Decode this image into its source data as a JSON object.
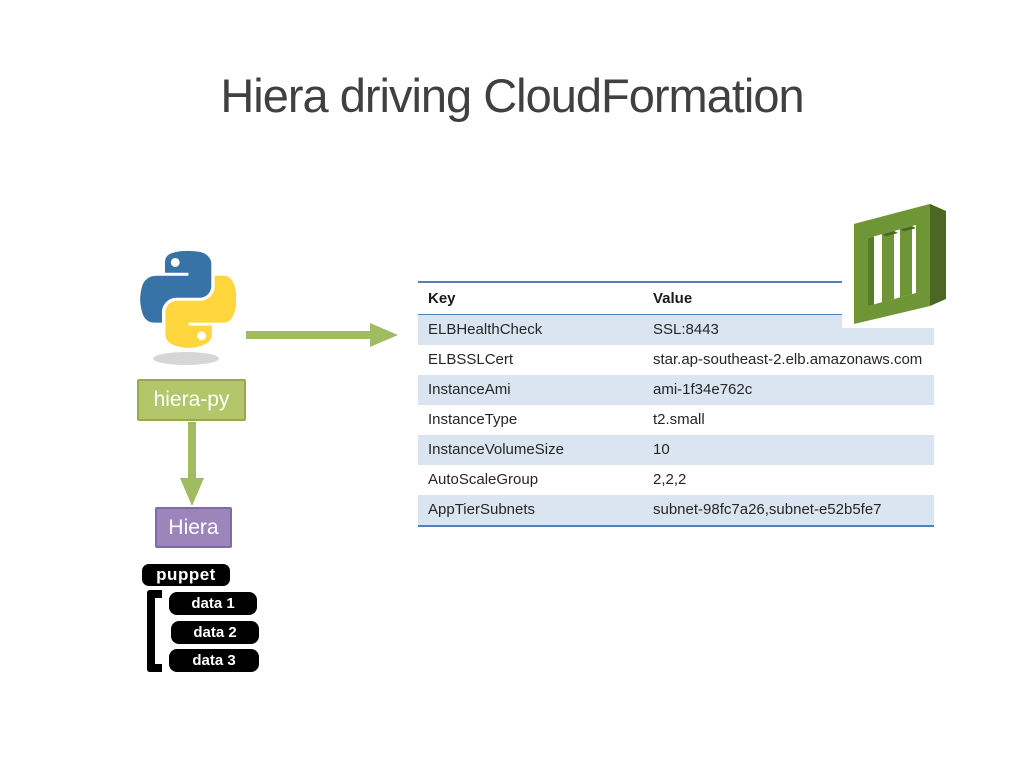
{
  "title": "Hiera driving CloudFormation",
  "diagram": {
    "nodes": {
      "hiera_py": "hiera-py",
      "hiera": "Hiera",
      "puppet": "puppet"
    },
    "data_pills": [
      "data 1",
      "data 2",
      "data 3"
    ],
    "icons": {
      "python": "python-logo-icon",
      "cloudformation": "cloudformation-icon",
      "arrow_right": "arrow-right-icon",
      "arrow_down": "arrow-down-icon",
      "bracket": "bracket-icon"
    }
  },
  "table": {
    "columns": [
      "Key",
      "Value"
    ],
    "rows": [
      [
        "ELBHealthCheck",
        "SSL:8443"
      ],
      [
        "ELBSSLCert",
        "star.ap-southeast-2.elb.amazonaws.com"
      ],
      [
        "InstanceAmi",
        "ami-1f34e762c"
      ],
      [
        "InstanceType",
        "t2.small"
      ],
      [
        "InstanceVolumeSize",
        "10"
      ],
      [
        "AutoScaleGroup",
        "2,2,2"
      ],
      [
        "AppTierSubnets",
        "subnet-98fc7a26,subnet-e52b5fe7"
      ]
    ]
  },
  "colors": {
    "title_text": "#404040",
    "arrow_green": "#a0bb60",
    "hiera_py_fill": "#b4c669",
    "hiera_py_border": "#93aa4f",
    "hiera_fill": "#9b85ba",
    "hiera_border": "#7e6ba1",
    "table_band": "#dbe5f1",
    "table_border_blue": "#4f81bd",
    "python_blue": "#3873a7",
    "python_yellow": "#ffd63e",
    "cloudformation_green": "#6f9636",
    "puppet_black": "#000000"
  }
}
